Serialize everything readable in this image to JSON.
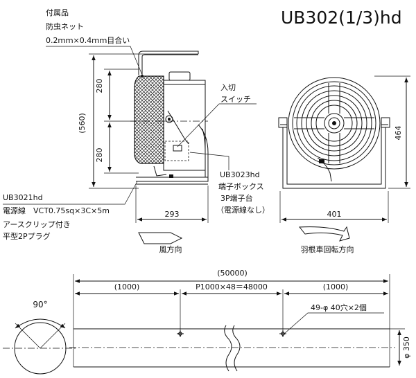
{
  "title": "UB302(1/3)hd",
  "side_view": {
    "accessory_label": "付属品",
    "net_label": "防虫ネット",
    "net_spec": "0.2ｍｍ×0.4ｍｍ目合い",
    "switch_label_1": "入切",
    "switch_label_2": "スイッチ",
    "dim_total_height": "(560)",
    "dim_upper": "280",
    "dim_lower": "280",
    "dim_depth": "293",
    "terminal_model": "UB3023hd",
    "terminal_box": "端子ボックス",
    "terminal_block": "3P端子台",
    "terminal_note": "（電源線なし）",
    "power_model": "UB3021hd",
    "power_cable": "電源線　VCT0.75sq×3C×5m",
    "earth_clip": "アースクリップ付き",
    "plug": "平型2Pプラグ",
    "wind_direction": "風方向"
  },
  "front_view": {
    "dim_height": "464",
    "dim_width": "401",
    "rotation_direction": "羽根車回転方向"
  },
  "duct": {
    "dim_total": "(50000)",
    "dim_left": "(1000)",
    "dim_middle": "P1000×48＝48000",
    "dim_right": "(1000)",
    "holes": "49-φ 40穴×2個",
    "angle": "90°",
    "diameter": "φ 350"
  }
}
